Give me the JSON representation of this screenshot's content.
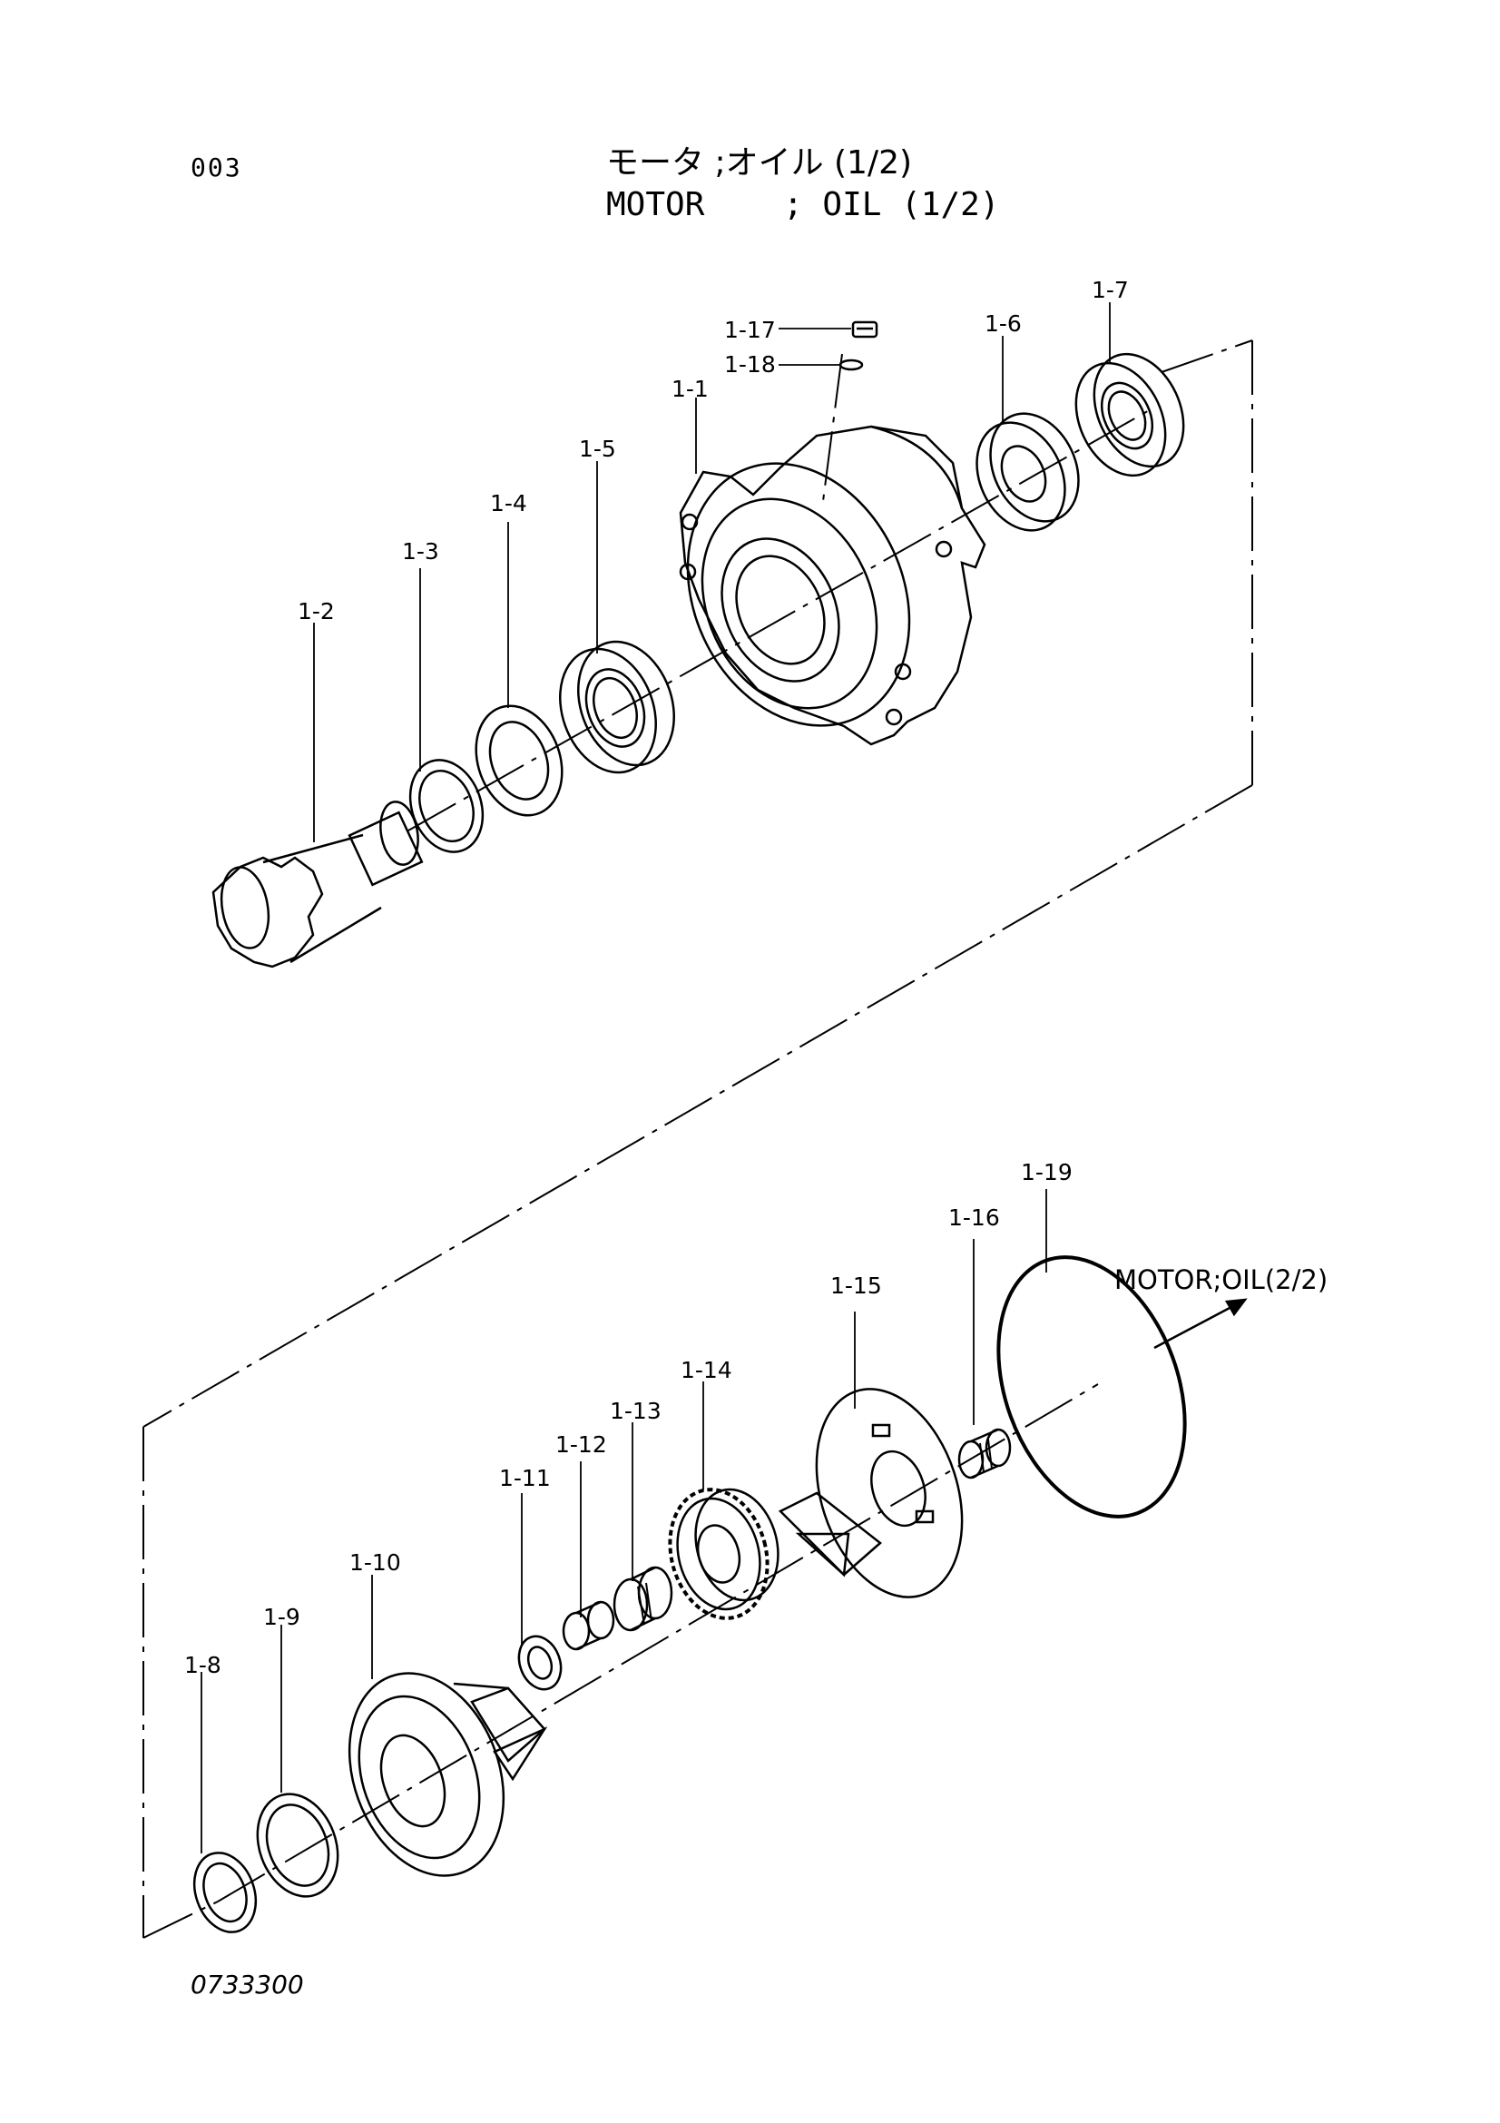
{
  "header": {
    "page_number": "003",
    "title_jp": "モータ ;オイル (1/2)",
    "title_en": "MOTOR    ; OIL (1/2)"
  },
  "footer": {
    "drawing_id": "0733300"
  },
  "continuation_label": "MOTOR;OIL(2/2)",
  "callouts": [
    {
      "id": "c1",
      "label": "1-1"
    },
    {
      "id": "c2",
      "label": "1-2"
    },
    {
      "id": "c3",
      "label": "1-3"
    },
    {
      "id": "c4",
      "label": "1-4"
    },
    {
      "id": "c5",
      "label": "1-5"
    },
    {
      "id": "c6",
      "label": "1-6"
    },
    {
      "id": "c7",
      "label": "1-7"
    },
    {
      "id": "c8",
      "label": "1-8"
    },
    {
      "id": "c9",
      "label": "1-9"
    },
    {
      "id": "c10",
      "label": "1-10"
    },
    {
      "id": "c11",
      "label": "1-11"
    },
    {
      "id": "c12",
      "label": "1-12"
    },
    {
      "id": "c13",
      "label": "1-13"
    },
    {
      "id": "c14",
      "label": "1-14"
    },
    {
      "id": "c15",
      "label": "1-15"
    },
    {
      "id": "c16",
      "label": "1-16"
    },
    {
      "id": "c17",
      "label": "1-17"
    },
    {
      "id": "c18",
      "label": "1-18"
    },
    {
      "id": "c19",
      "label": "1-19"
    }
  ]
}
